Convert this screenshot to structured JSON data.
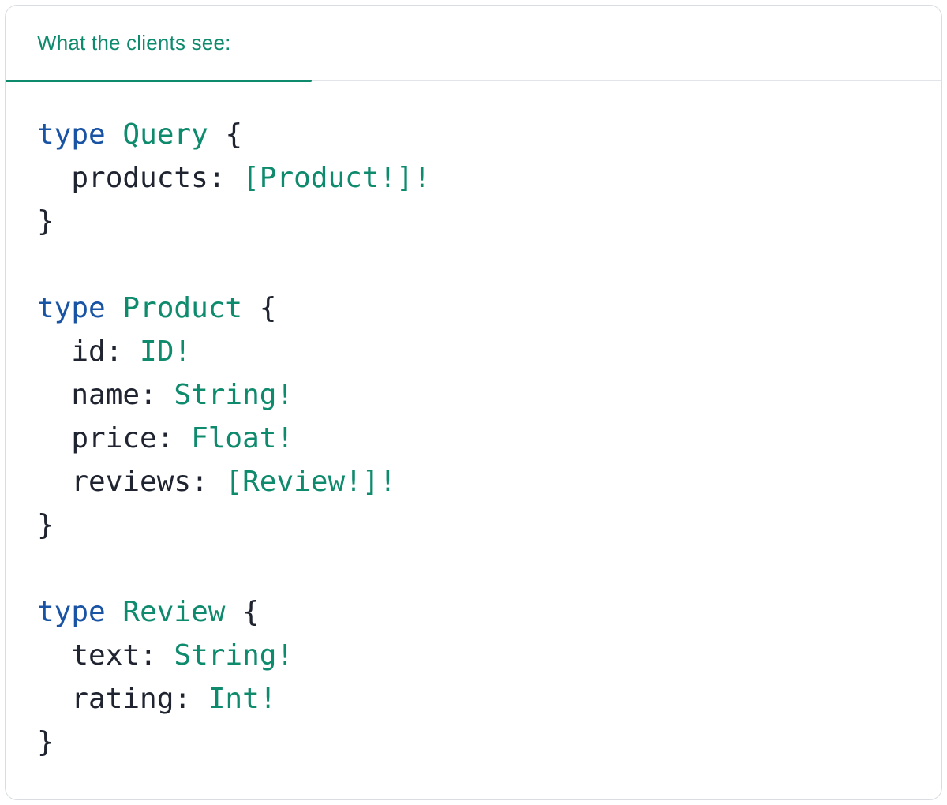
{
  "header": {
    "tab_label": "What the clients see:"
  },
  "colors": {
    "accent_teal": "#0e8a6d",
    "keyword_blue": "#1953a4",
    "code_text": "#1f2430",
    "divider": "#e1e5e9",
    "card_border": "#d9dde2",
    "card_bg": "#ffffff"
  },
  "code": {
    "language": "graphql",
    "lines": [
      [
        {
          "t": "type",
          "c": "kw"
        },
        {
          "t": " ",
          "c": "pl"
        },
        {
          "t": "Query",
          "c": "type"
        },
        {
          "t": " {",
          "c": "pl"
        }
      ],
      [
        {
          "t": "  products: ",
          "c": "pl"
        },
        {
          "t": "[Product!]!",
          "c": "type"
        }
      ],
      [
        {
          "t": "}",
          "c": "pl"
        }
      ],
      [],
      [
        {
          "t": "type",
          "c": "kw"
        },
        {
          "t": " ",
          "c": "pl"
        },
        {
          "t": "Product",
          "c": "type"
        },
        {
          "t": " {",
          "c": "pl"
        }
      ],
      [
        {
          "t": "  id: ",
          "c": "pl"
        },
        {
          "t": "ID!",
          "c": "type"
        }
      ],
      [
        {
          "t": "  name: ",
          "c": "pl"
        },
        {
          "t": "String!",
          "c": "type"
        }
      ],
      [
        {
          "t": "  price: ",
          "c": "pl"
        },
        {
          "t": "Float!",
          "c": "type"
        }
      ],
      [
        {
          "t": "  reviews: ",
          "c": "pl"
        },
        {
          "t": "[Review!]!",
          "c": "type"
        }
      ],
      [
        {
          "t": "}",
          "c": "pl"
        }
      ],
      [],
      [
        {
          "t": "type",
          "c": "kw"
        },
        {
          "t": " ",
          "c": "pl"
        },
        {
          "t": "Review",
          "c": "type"
        },
        {
          "t": " {",
          "c": "pl"
        }
      ],
      [
        {
          "t": "  text: ",
          "c": "pl"
        },
        {
          "t": "String!",
          "c": "type"
        }
      ],
      [
        {
          "t": "  rating: ",
          "c": "pl"
        },
        {
          "t": "Int!",
          "c": "type"
        }
      ],
      [
        {
          "t": "}",
          "c": "pl"
        }
      ]
    ]
  }
}
